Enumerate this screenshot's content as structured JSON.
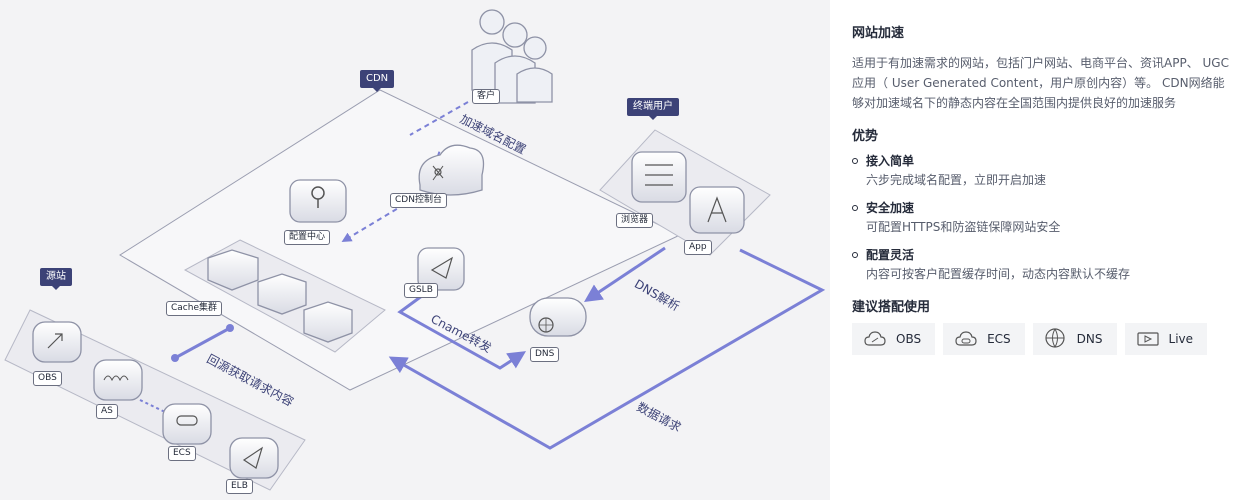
{
  "diagram": {
    "tags": {
      "cdn": "CDN",
      "end_user": "终端用户",
      "origin": "源站"
    },
    "nodes": {
      "customer": "客户",
      "cdn_console": "CDN控制台",
      "config_center": "配置中心",
      "browser": "浏览器",
      "app": "App",
      "cache_cluster": "Cache集群",
      "gslb": "GSLB",
      "dns": "DNS",
      "obs": "OBS",
      "as": "AS",
      "ecs": "ECS",
      "elb": "ELB"
    },
    "flows": {
      "domain_config": "加速域名配置",
      "dns_resolve": "DNS解析",
      "cname": "Cname转发",
      "back_to_origin": "回源获取请求内容",
      "data_request": "数据请求"
    },
    "colors": {
      "accent": "#3c4277",
      "flow_arrow": "#7b80d6",
      "panel_bg": "#f3f3f5"
    }
  },
  "panel": {
    "title": "网站加速",
    "description": "适用于有加速需求的网站，包括门户网站、电商平台、资讯APP、 UGC应用（ User Generated Content，用户原创内容）等。 CDN网络能够对加速域名下的静态内容在全国范围内提供良好的加速服务",
    "advantages_title": "优势",
    "advantages": [
      {
        "title": "接入简单",
        "desc": "六步完成域名配置，立即开启加速"
      },
      {
        "title": "安全加速",
        "desc": "可配置HTTPS和防盗链保障网站安全"
      },
      {
        "title": "配置灵活",
        "desc": "内容可按客户配置缓存时间，动态内容默认不缓存"
      }
    ],
    "recommend_title": "建议搭配使用",
    "recommend": [
      {
        "label": "OBS",
        "icon": "cloud-icon"
      },
      {
        "label": "ECS",
        "icon": "server-cloud-icon"
      },
      {
        "label": "DNS",
        "icon": "globe-icon"
      },
      {
        "label": "Live",
        "icon": "video-icon"
      }
    ]
  }
}
